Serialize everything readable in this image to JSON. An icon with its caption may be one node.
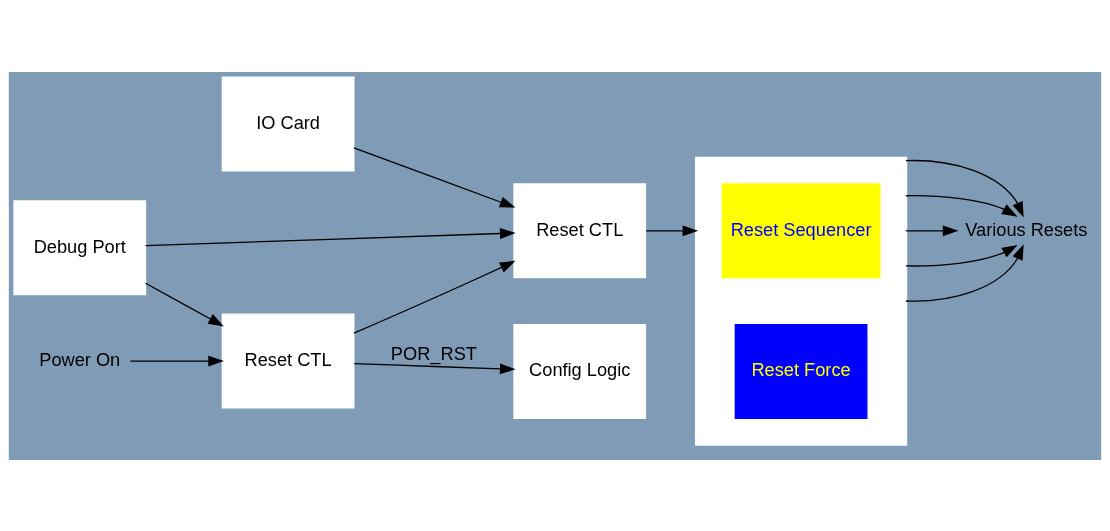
{
  "diagram": {
    "nodes": [
      {
        "text": [
          "Debug Port"
        ]
      },
      {
        "text": [
          "IO Card"
        ]
      },
      {
        "text": [
          "Reset CTL"
        ]
      },
      {
        "text": [
          "Config Logic"
        ]
      },
      {
        "text": [
          "Reset CTL"
        ]
      },
      {
        "text": [],
        "shape": "box"
      },
      {
        "text": [
          "Reset Sequencer"
        ],
        "in": 5
      },
      {
        "text": [
          "Reset Force"
        ],
        "in": 5
      },
      {
        "text": [
          "Various Resets"
        ]
      },
      {
        "text": [
          "Power On"
        ]
      }
    ],
    "edges": [
      {
        "from": 9,
        "to": 2,
        "arrow": "to"
      },
      {
        "from": 0,
        "to": 2,
        "arrow": "to"
      },
      {
        "from": 2,
        "to": 3,
        "arrow": "to",
        "label": "POR_RST"
      },
      {
        "from": 2,
        "to": 4,
        "arrow": "to"
      },
      {
        "from": 0,
        "to": 4,
        "arrow": "to"
      },
      {
        "from": 1,
        "to": 4,
        "arrow": "to"
      },
      {
        "from": 4,
        "to": 5,
        "arrow": "to"
      },
      {
        "from": 5,
        "to": 8,
        "arrow": "to"
      },
      {
        "from": 5,
        "to": 8,
        "arrow": "to"
      },
      {
        "from": 5,
        "to": 8,
        "arrow": "to"
      },
      {
        "from": 5,
        "to": 8,
        "arrow": "to"
      },
      {
        "from": 5,
        "to": 8,
        "arrow": "to"
      }
    ]
  }
}
